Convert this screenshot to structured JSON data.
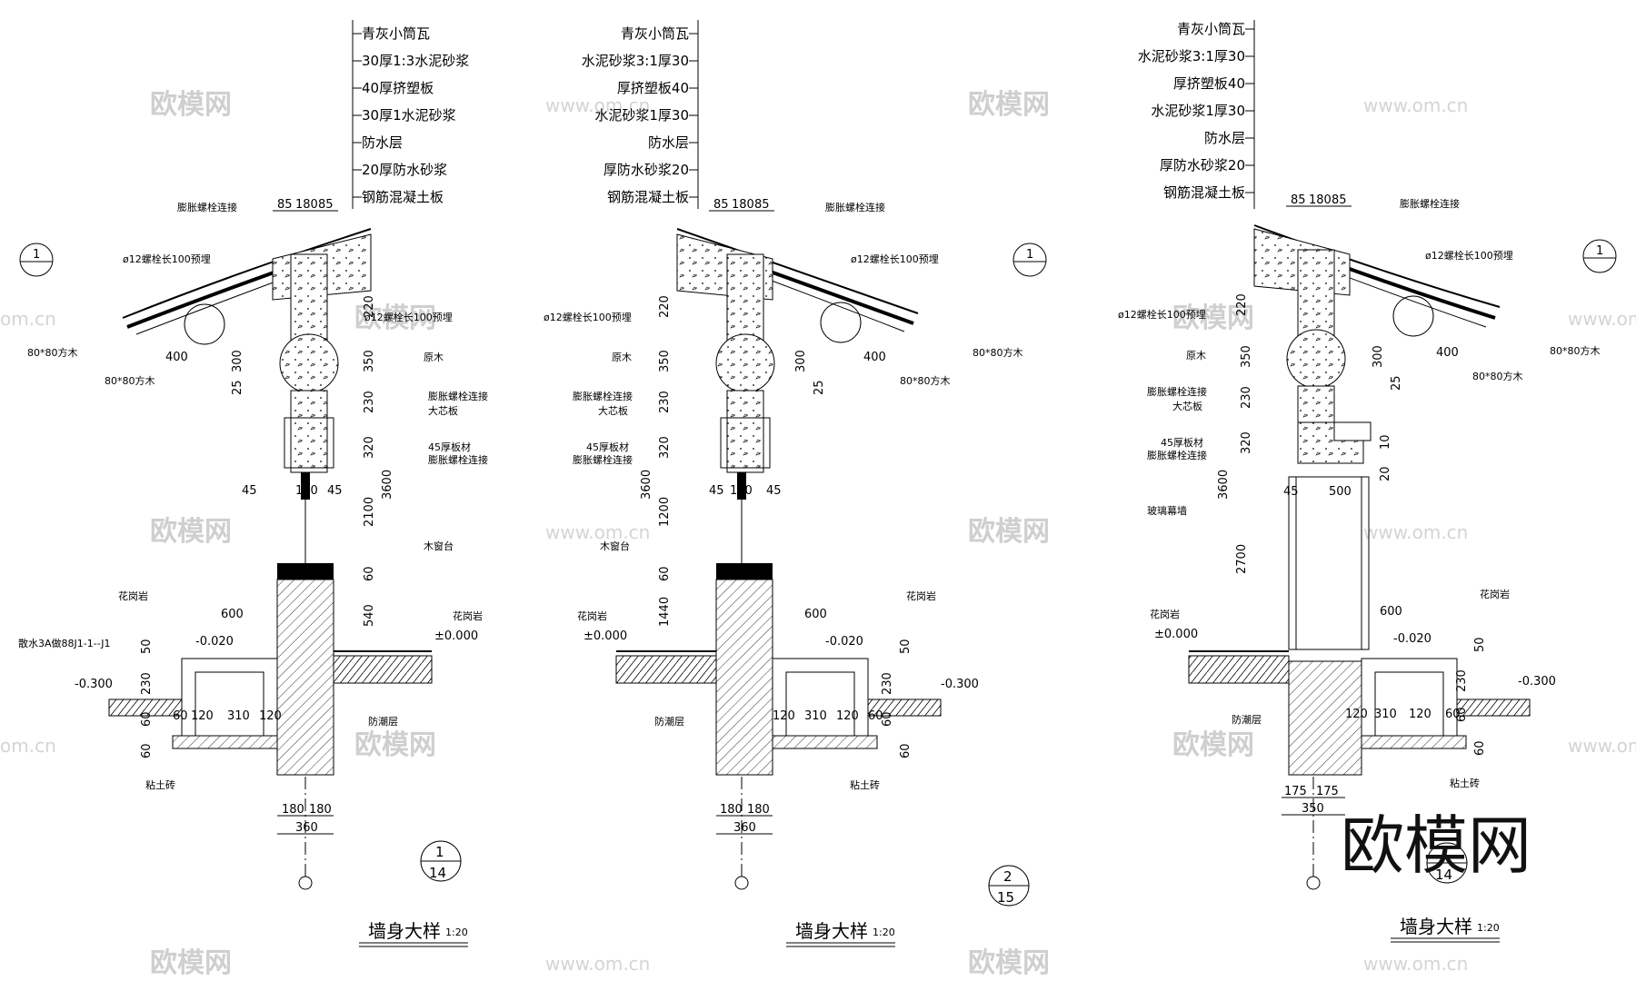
{
  "details": [
    {
      "layers": [
        "青灰小筒瓦",
        "30厚1:3水泥砂浆",
        "40厚挤塑板",
        "30厚1水泥砂浆",
        "防水层",
        "20厚防水砂浆",
        "钢筋混凝土板"
      ],
      "top_dims": [
        "85",
        "180",
        "85"
      ],
      "ann": {
        "bolt_conn_top": "膨胀螺栓连接",
        "rod_left": "ø12螺栓长100预埋",
        "rod_right": "ø12螺栓长100预埋",
        "wood1": "80*80方木",
        "wood2": "80*80方木",
        "log": "原木",
        "bolt1": "膨胀螺栓连接",
        "core": "大芯板",
        "plank": "45厚板材",
        "bolt2": "膨胀螺栓连接",
        "sill": "木窗台",
        "granite1": "花岗岩",
        "granite2": "花岗岩",
        "drain": "散水3A做88J1-1--J1",
        "dpc": "防潮层",
        "clay": "粘土砖"
      },
      "dims": [
        "220",
        "300",
        "25",
        "350",
        "230",
        "320",
        "3600",
        "2100",
        "60",
        "540",
        "400",
        "45",
        "180",
        "45",
        "600",
        "50",
        "230",
        "60",
        "60",
        "120",
        "310",
        "120",
        "60",
        "180",
        "180",
        "360"
      ],
      "levels": [
        "±0.000",
        "-0.020",
        "-0.300"
      ],
      "axis_mark": "1",
      "callout": {
        "num": "1",
        "sheet": "14"
      },
      "title": "墙身大样",
      "scale": "1:20"
    },
    {
      "layers": [
        "青灰小筒瓦",
        "水泥砂浆3:1厚30",
        "厚挤塑板40",
        "水泥砂浆1厚30",
        "防水层",
        "厚防水砂浆20",
        "钢筋混凝土板"
      ],
      "top_dims": [
        "85",
        "180",
        "85"
      ],
      "ann": {
        "bolt_conn_top": "膨胀螺栓连接",
        "rod_left": "ø12螺栓长100预埋",
        "rod_right": "ø12螺栓长100预埋",
        "wood1": "80*80方木",
        "wood2": "80*80方木",
        "log": "原木",
        "bolt1": "膨胀螺栓连接",
        "core": "大芯板",
        "plank": "45厚板材",
        "bolt2": "膨胀螺栓连接",
        "sill": "木窗台",
        "granite1": "花岗岩",
        "granite2": "花岗岩",
        "dpc": "防潮层",
        "clay": "粘土砖"
      },
      "dims": [
        "220",
        "300",
        "25",
        "350",
        "230",
        "320",
        "3600",
        "1200",
        "60",
        "1440",
        "400",
        "45",
        "180",
        "45",
        "600",
        "50",
        "230",
        "60",
        "60",
        "120",
        "310",
        "120",
        "60",
        "180",
        "180",
        "360"
      ],
      "levels": [
        "±0.000",
        "-0.020",
        "-0.300"
      ],
      "axis_mark": "1",
      "callout": {
        "num": "2",
        "sheet": "15"
      },
      "title": "墙身大样",
      "scale": "1:20"
    },
    {
      "layers": [
        "青灰小筒瓦",
        "水泥砂浆3:1厚30",
        "厚挤塑板40",
        "水泥砂浆1厚30",
        "防水层",
        "厚防水砂浆20",
        "钢筋混凝土板"
      ],
      "top_dims": [
        "85",
        "180",
        "85"
      ],
      "ann": {
        "bolt_conn_top": "膨胀螺栓连接",
        "rod_left": "ø12螺栓长100预埋",
        "rod_right": "ø12螺栓长100预埋",
        "wood1": "80*80方木",
        "wood2": "80*80方木",
        "log": "原木",
        "bolt1": "膨胀螺栓连接",
        "core": "大芯板",
        "plank": "45厚板材",
        "bolt2": "膨胀螺栓连接",
        "glass": "玻璃幕墙",
        "granite1": "花岗岩",
        "granite2": "花岗岩",
        "dpc": "防潮层",
        "clay": "粘土砖"
      },
      "dims": [
        "220",
        "300",
        "25",
        "350",
        "230",
        "320",
        "3600",
        "2700",
        "10",
        "20",
        "500",
        "45",
        "400",
        "600",
        "50",
        "230",
        "60",
        "60",
        "120",
        "310",
        "120",
        "60",
        "175",
        "175",
        "350"
      ],
      "levels": [
        "±0.000",
        "-0.020",
        "-0.300"
      ],
      "axis_mark": "1",
      "callout": {
        "num": "",
        "sheet": "14"
      },
      "title": "墙身大样",
      "scale": "1:20"
    }
  ],
  "watermark": {
    "brand": "欧模网",
    "url": "www.om.cn",
    "corner": "om.cn"
  }
}
